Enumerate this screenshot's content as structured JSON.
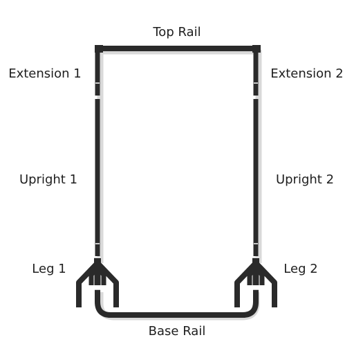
{
  "labels": {
    "top_rail": "Top Rail",
    "extension_1": "Extension 1",
    "extension_2": "Extension 2",
    "upright_1": "Upright 1",
    "upright_2": "Upright 2",
    "leg_1": "Leg 1",
    "leg_2": "Leg 2",
    "base_rail": "Base Rail"
  },
  "colors": {
    "tube": "#2a2a2a",
    "shadow": "#d9d9d9",
    "joint": "#ffffff",
    "text": "#1e1e1e"
  }
}
